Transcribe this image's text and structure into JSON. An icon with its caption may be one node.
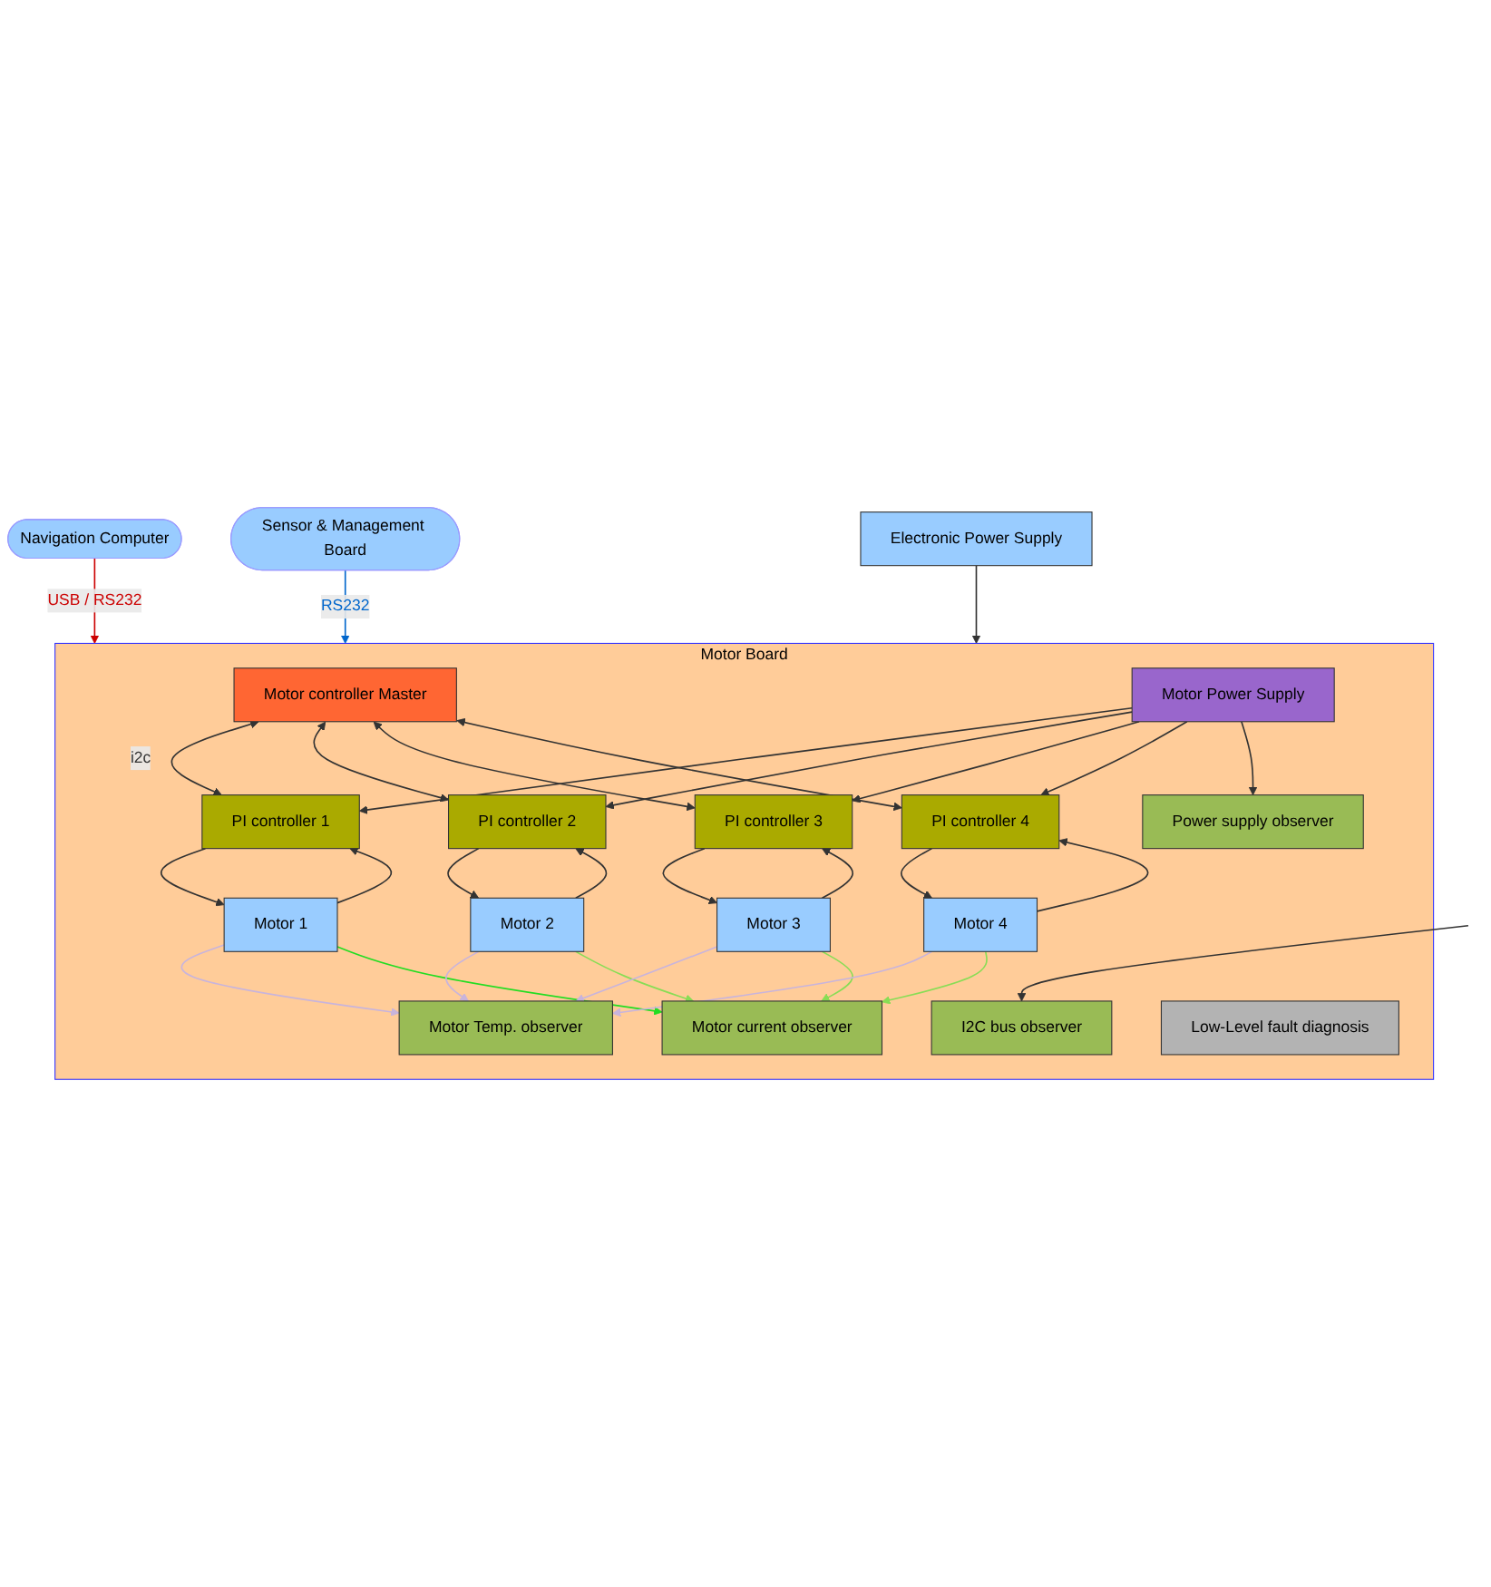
{
  "diagram": {
    "nodes": [
      {
        "text": [
          "Navigation Computer"
        ]
      },
      {
        "text": [
          "Sensor & Management Board"
        ]
      },
      {
        "text": [
          "Electronic Power Supply"
        ]
      },
      {
        "text": [
          "Motor Board"
        ]
      },
      {
        "text": [
          "Motor controller Master"
        ],
        "in": 3
      },
      {
        "text": [
          "I2C bus observer"
        ],
        "in": 3
      },
      {
        "text": [
          "Motor Temp. observer"
        ],
        "in": 3
      },
      {
        "text": [
          "Motor current observer"
        ],
        "in": 3
      },
      {
        "text": [
          "Power supply observer"
        ],
        "in": 3
      },
      {
        "text": [
          "Low-Level fault diagnosis"
        ],
        "in": 3
      },
      {
        "text": [
          "Motor Power Supply"
        ],
        "in": 3
      },
      {
        "text": [
          "Motor 1"
        ],
        "in": 3
      },
      {
        "text": [
          "PI controller 1"
        ],
        "in": 3
      },
      {
        "text": [
          "PI controller 2"
        ],
        "in": 3
      },
      {
        "text": [
          "Motor 2"
        ],
        "in": 3
      },
      {
        "text": [
          "Motor 3"
        ],
        "in": 3
      },
      {
        "text": [
          "PI controller 3"
        ],
        "in": 3
      },
      {
        "text": [
          "PI controller 4"
        ],
        "in": 3
      },
      {
        "text": [
          "Motor 4"
        ],
        "in": 3
      }
    ],
    "edges": [
      {
        "from": 0,
        "to": 3,
        "arrow": "to",
        "label": "USB / RS232",
        "color": "#cc0000"
      },
      {
        "from": 1,
        "to": 3,
        "arrow": "to",
        "label": "RS232",
        "color": "#0066cc"
      },
      {
        "from": 2,
        "to": 3,
        "arrow": "to"
      },
      {
        "from": 4,
        "to": 12,
        "arrow": "both",
        "label": "i2c"
      },
      {
        "from": 4,
        "to": 13,
        "arrow": "both"
      },
      {
        "from": 4,
        "to": 16,
        "arrow": "both"
      },
      {
        "from": 4,
        "to": 17,
        "arrow": "both"
      },
      {
        "from": null,
        "to": 5,
        "arrow": "to"
      },
      {
        "from": 10,
        "to": 12,
        "arrow": "to"
      },
      {
        "from": 10,
        "to": 13,
        "arrow": "to"
      },
      {
        "from": 10,
        "to": 16,
        "arrow": "to"
      },
      {
        "from": 10,
        "to": 17,
        "arrow": "to"
      },
      {
        "from": 10,
        "to": 8,
        "arrow": "to"
      },
      {
        "from": 12,
        "to": 11,
        "arrow": "to"
      },
      {
        "from": 11,
        "to": 12,
        "arrow": "to"
      },
      {
        "from": 13,
        "to": 14,
        "arrow": "to"
      },
      {
        "from": 14,
        "to": 13,
        "arrow": "to"
      },
      {
        "from": 16,
        "to": 15,
        "arrow": "to"
      },
      {
        "from": 15,
        "to": 16,
        "arrow": "to"
      },
      {
        "from": 17,
        "to": 18,
        "arrow": "to"
      },
      {
        "from": 18,
        "to": 17,
        "arrow": "to"
      },
      {
        "from": 11,
        "to": 6,
        "arrow": "to",
        "color": "#c8b4dc"
      },
      {
        "from": 11,
        "to": 7,
        "arrow": "to",
        "color": "#22dd22"
      },
      {
        "from": 14,
        "to": 6,
        "arrow": "to",
        "color": "#c8b4dc"
      },
      {
        "from": 14,
        "to": 7,
        "arrow": "to",
        "color": "#88dd55"
      },
      {
        "from": 15,
        "to": 6,
        "arrow": "to",
        "color": "#c8b4dc"
      },
      {
        "from": 15,
        "to": 7,
        "arrow": "to",
        "color": "#88dd55"
      },
      {
        "from": 18,
        "to": 6,
        "arrow": "to",
        "color": "#c8b4dc"
      },
      {
        "from": 18,
        "to": 7,
        "arrow": "to",
        "color": "#88dd55"
      }
    ]
  }
}
